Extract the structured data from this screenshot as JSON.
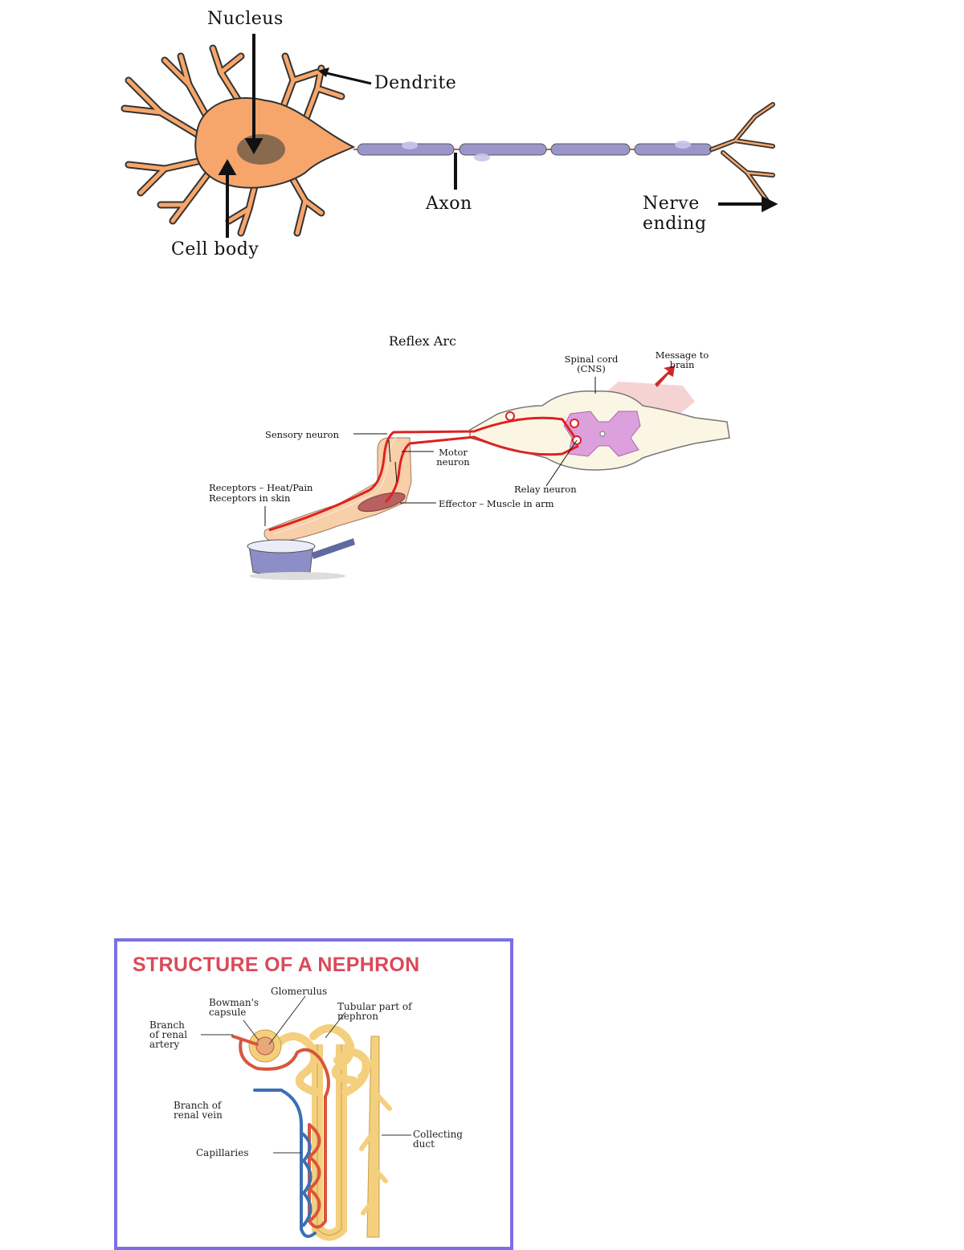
{
  "neuron": {
    "labels": {
      "nucleus": "Nucleus",
      "dendrite": "Dendrite",
      "axon": "Axon",
      "nerve_ending_1": "Nerve",
      "nerve_ending_2": "ending",
      "cell_body": "Cell body"
    }
  },
  "reflex_arc": {
    "title": "Reflex Arc",
    "labels": {
      "spinal_cord_1": "Spinal cord",
      "spinal_cord_2": "(CNS)",
      "message_1": "Message to",
      "message_2": "brain",
      "sensory_neuron": "Sensory neuron",
      "motor_neuron_1": "Motor",
      "motor_neuron_2": "neuron",
      "receptors_1": "Receptors – Heat/Pain",
      "receptors_2": "Receptors in skin",
      "relay_neuron": "Relay neuron",
      "effector": "Effector – Muscle in arm"
    }
  },
  "nephron": {
    "title": "STRUCTURE OF A NEPHRON",
    "labels": {
      "glomerulus": "Glomerulus",
      "bowmans_1": "Bowman's",
      "bowmans_2": "capsule",
      "tubular_1": "Tubular part of",
      "tubular_2": "nephron",
      "branch_artery_1": "Branch",
      "branch_artery_2": "of renal",
      "branch_artery_3": "artery",
      "branch_vein_1": "Branch of",
      "branch_vein_2": "renal vein",
      "collecting_1": "Collecting",
      "collecting_2": "duct",
      "capillaries": "Capillaries"
    },
    "colors": {
      "frame": "#7b6fe6",
      "title": "#d94a5a",
      "artery": "#d9553c",
      "vein": "#3a6fb5",
      "tubule": "#f4cf7e"
    }
  },
  "colors": {
    "cell_body": "#f7a66b",
    "nucleus": "#8a6a4e",
    "myelin": "#9a96cc",
    "nerve_line": "#d9553c"
  }
}
